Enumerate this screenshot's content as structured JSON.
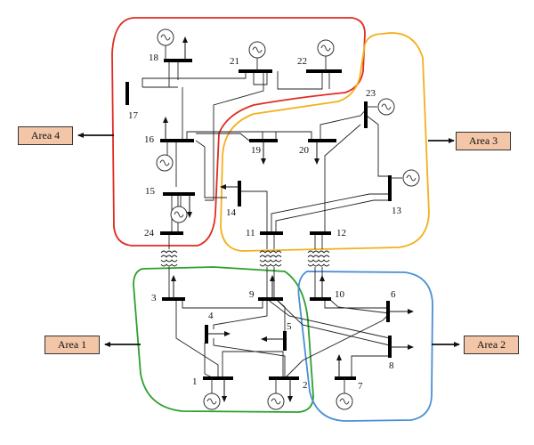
{
  "areas": {
    "area1": "Area 1",
    "area2": "Area 2",
    "area3": "Area 3",
    "area4": "Area 4"
  },
  "buses": {
    "b1": "1",
    "b2": "2",
    "b3": "3",
    "b4": "4",
    "b5": "5",
    "b6": "6",
    "b7": "7",
    "b8": "8",
    "b9": "9",
    "b10": "10",
    "b11": "11",
    "b12": "12",
    "b13": "13",
    "b14": "14",
    "b15": "15",
    "b16": "16",
    "b17": "17",
    "b18": "18",
    "b19": "19",
    "b20": "20",
    "b21": "21",
    "b22": "22",
    "b23": "23",
    "b24": "24"
  },
  "colors": {
    "area1_boundary": "#2ca02c",
    "area2_boundary": "#4a8fd4",
    "area3_boundary": "#f2b01e",
    "area4_boundary": "#e02b20",
    "area_box_fill": "#f4c6a8",
    "line": "#222222"
  }
}
